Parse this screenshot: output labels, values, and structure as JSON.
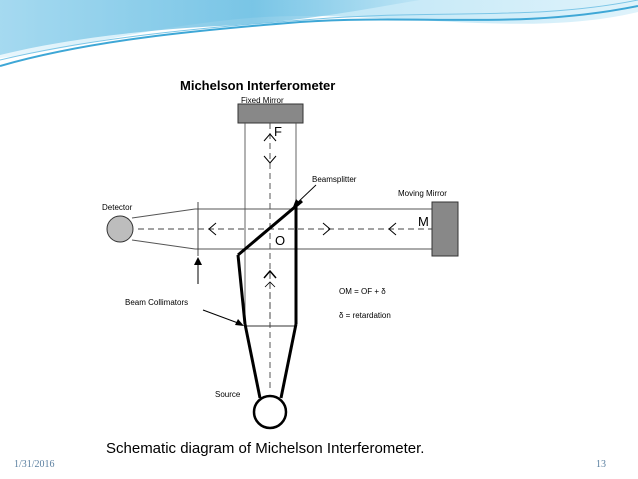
{
  "diagram": {
    "title": "Michelson Interferometer",
    "fixed_mirror_label": "Fixed Mirror",
    "point_f": "F",
    "point_o": "O",
    "point_m": "M",
    "beamsplitter_label": "Beamsplitter",
    "moving_mirror_label": "Moving Mirror",
    "detector_label": "Detector",
    "beam_collimators_label": "Beam Collimators",
    "source_label": "Source",
    "equation_1": "OM = OF + δ",
    "equation_2": "δ = retardation"
  },
  "slide": {
    "caption": "Schematic diagram of Michelson Interferometer.",
    "date": "1/31/2016",
    "page_number": "13"
  },
  "colors": {
    "header_light": "#dff3fb",
    "header_mid": "#9dd7ef",
    "header_dark": "#3ea7d6",
    "footer_text": "#5a7fa0"
  }
}
